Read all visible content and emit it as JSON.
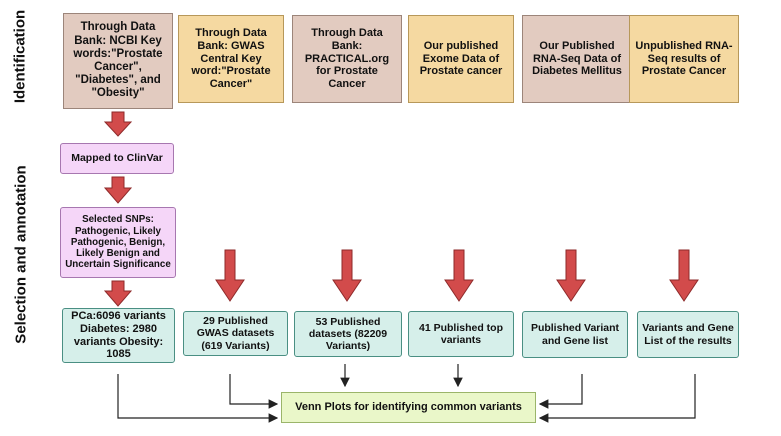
{
  "stages": {
    "identification": "Identification",
    "selection": "Selection and annotation"
  },
  "sources": [
    {
      "text": "Through Data Bank: NCBI Key words:\"Prostate Cancer\", \"Diabetes\", and \"Obesity\""
    },
    {
      "text": "Through Data Bank: GWAS Central Key word:\"Prostate Cancer\""
    },
    {
      "text": "Through Data Bank: PRACTICAL.org for  Prostate Cancer"
    },
    {
      "text": "Our published Exome Data of Prostate cancer"
    },
    {
      "text": "Our Published RNA-Seq Data of Diabetes Mellitus"
    },
    {
      "text": "Unpublished RNA-Seq results of Prostate Cancer"
    }
  ],
  "pipeline": {
    "clinvar": "Mapped to ClinVar",
    "snps": "Selected SNPs: Pathogenic, Likely Pathogenic, Benign, Likely Benign and Uncertain Significance"
  },
  "results": [
    {
      "text": "PCa:6096 variants Diabetes: 2980 variants Obesity: 1085"
    },
    {
      "text": "29 Published GWAS datasets (619 Variants)"
    },
    {
      "text": "53 Published datasets (82209 Variants)"
    },
    {
      "text": "41 Published top variants"
    },
    {
      "text": "Published Variant and Gene list"
    },
    {
      "text": "Variants and Gene List of the results"
    }
  ],
  "venn": "Venn Plots for identifying common variants",
  "colors": {
    "arrow_red": "#d24b4b",
    "arrow_outline": "#8e2a2a",
    "source_pink": "#e2cbc0",
    "source_tan": "#f5d9a1",
    "lavender": "#f5d6f8",
    "teal": "#d6efea",
    "venn_green": "#eaf7c9"
  }
}
